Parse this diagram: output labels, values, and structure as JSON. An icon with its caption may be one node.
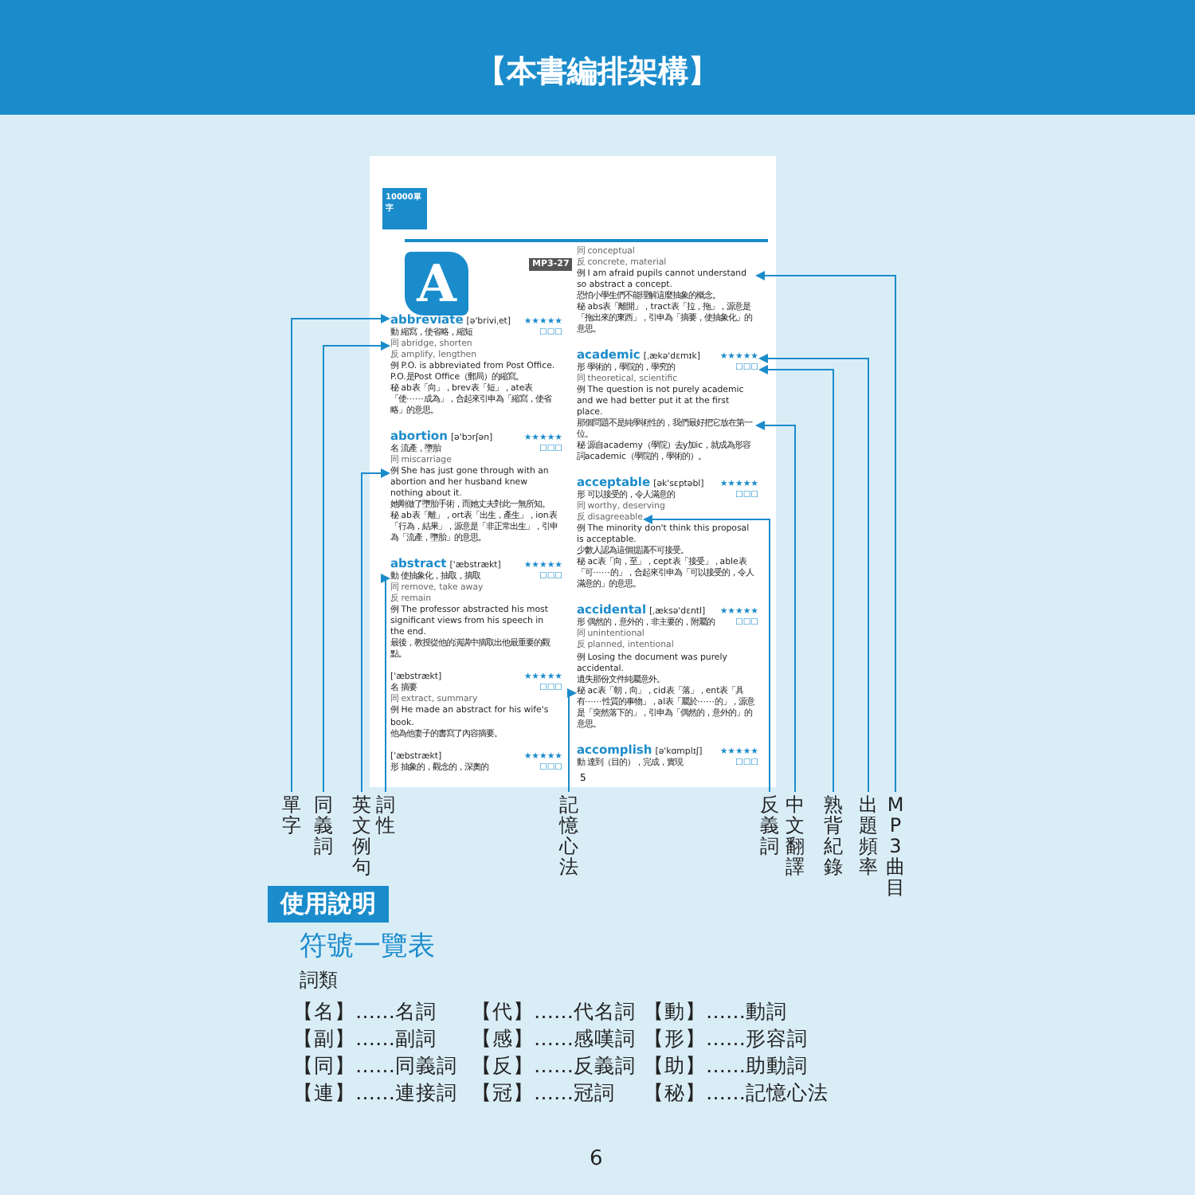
{
  "diagram": {
    "title": "【本書編排架構】",
    "nodes": [
      {
        "text": [
          "單字"
        ]
      },
      {
        "text": [
          "同義詞"
        ]
      },
      {
        "text": [
          "英文例句"
        ]
      },
      {
        "text": [
          "詞性"
        ]
      },
      {
        "text": [
          "記憶心法"
        ]
      },
      {
        "text": [
          "反義詞"
        ]
      },
      {
        "text": [
          "中文翻譯"
        ]
      },
      {
        "text": [
          "熟背紀錄"
        ]
      },
      {
        "text": [
          "出題頻率"
        ]
      },
      {
        "text": [
          "MP3 曲目"
        ]
      },
      {
        "text": [
          "使用說明"
        ]
      },
      {
        "text": [
          "abbreviate"
        ]
      },
      {
        "text": [
          "同 abridge, shorten"
        ]
      },
      {
        "text": [
          "例 She has just gone through with an abortion and her husband knew nothing about it."
        ]
      },
      {
        "text": [
          "動 使抽象化，抽取，摘取"
        ]
      },
      {
        "text": [
          "例 I am afraid pupils cannot understand so abstract a concept."
        ]
      },
      {
        "text": [
          "★★★★★"
        ]
      },
      {
        "text": [
          "☐☐☐"
        ]
      },
      {
        "text": [
          "那個問題不是純學術性的，我們最好把它放在第一位。"
        ]
      },
      {
        "text": [
          "反 disagreeable"
        ]
      },
      {
        "text": [
          "秘 ac表「朝，向」，cid表「落」，ent表「具有⋯⋯性質的事物」，al表「屬於⋯⋯的」，源意是「突然落下的」，引申為「偶然的，意外的」的意思。"
        ]
      }
    ],
    "edges": [
      {
        "from": 0,
        "to": 11,
        "arrow": "to"
      },
      {
        "from": 1,
        "to": 12,
        "arrow": "to"
      },
      {
        "from": 2,
        "to": 13,
        "arrow": "to"
      },
      {
        "from": 3,
        "to": 14,
        "arrow": "to"
      },
      {
        "from": 4,
        "to": 20,
        "arrow": "to"
      },
      {
        "from": 5,
        "to": 19,
        "arrow": "to"
      },
      {
        "from": 6,
        "to": 18,
        "arrow": "to"
      },
      {
        "from": 7,
        "to": 17,
        "arrow": "to"
      },
      {
        "from": 8,
        "to": 16,
        "arrow": "to"
      },
      {
        "from": 9,
        "to": 15,
        "arrow": "to"
      }
    ],
    "labels": [
      "10000單字",
      "A",
      "MP3-27",
      "[ə'briviˌet]",
      "★★★★★",
      "☐☐☐",
      "動 縮寫，使省略，縮短",
      "反 amplify, lengthen",
      "例 P.O. is abbreviated from Post Office.",
      "P.O.是Post Office（郵局）的縮寫。",
      "秘 ab表「向」，brev表「短」，ate表「使⋯⋯成為」，合起來引申為「縮寫，使省略」的意思。",
      "abortion",
      "[ə'bɔrʃən]",
      "★★★★★",
      "☐☐☐",
      "名 流產，墮胎",
      "同 miscarriage",
      "她剛做了墮胎手術，而她丈夫對此一無所知。",
      "秘 ab表「離」，ort表「出生，產生」，ion表「行為，結果」，源意是「非正常出生」，引申為「流產，墮胎」的意思。",
      "abstract",
      "['æbstrækt]",
      "★★★★★",
      "☐☐☐",
      "同 remove, take away",
      "反 remain",
      "例 The professor abstracted his most significant views from his speech in the end.",
      "最後，教授從他的演講中摘取出他最重要的觀點。",
      "['æbstrækt]",
      "★★★★★",
      "☐☐☐",
      "名 摘要",
      "同 extract, summary",
      "例 He made an abstract for his wife's book.",
      "他為他妻子的書寫了內容摘要。",
      "['æbstrækt]",
      "★★★★★",
      "☐☐☐",
      "形 抽象的，觀念的，深奧的",
      "同 conceptual",
      "反 concrete, material",
      "恐怕小學生們不能理解這麼抽象的概念。",
      "秘 abs表「離開」，tract表「拉，拖」，源意是「拖出來的東西」，引申為「摘要，使抽象化」的意思。",
      "academic",
      "[ˌækə'dɛmɪk]",
      "形 學術的，學院的，學究的",
      "同 theoretical, scientific",
      "例 The question is not purely academic and we had better put it at the first place.",
      "秘 源自academy（學院）去y加ic，就成為形容詞academic（學院的，學術的）。",
      "acceptable",
      "[ək'sɛptəbl]",
      "★★★★★",
      "☐☐☐",
      "形 可以接受的，令人滿意的",
      "同 worthy, deserving",
      "例 The minority don't think this proposal is acceptable.",
      "少數人認為這個提議不可接受。",
      "秘 ac表「向，至」，cept表「接受」，able表「可⋯⋯的」，合起來引申為「可以接受的，令人滿意的」的意思。",
      "accidental",
      "[ˌæksə'dɛntl]",
      "★★★★★",
      "☐☐☐",
      "形 偶然的，意外的，非主要的，附屬的",
      "同 unintentional",
      "反 planned, intentional",
      "例 Losing the document was purely accidental.",
      "遺失那份文件純屬意外。",
      "accomplish",
      "[ə'kɑmplɪʃ]",
      "★★★★★",
      "☐☐☐",
      "動 達到（目的），完成，實現",
      "5",
      "符號一覽表",
      "詞類",
      "【名】……名詞",
      "【代】……代名詞",
      "【動】……動詞",
      "【副】……副詞",
      "【感】……感嘆詞",
      "【形】……形容詞",
      "【同】……同義詞",
      "【反】……反義詞",
      "【助】……助動詞",
      "【連】……連接詞",
      "【冠】……冠詞",
      "【秘】……記憶心法",
      "6"
    ]
  }
}
